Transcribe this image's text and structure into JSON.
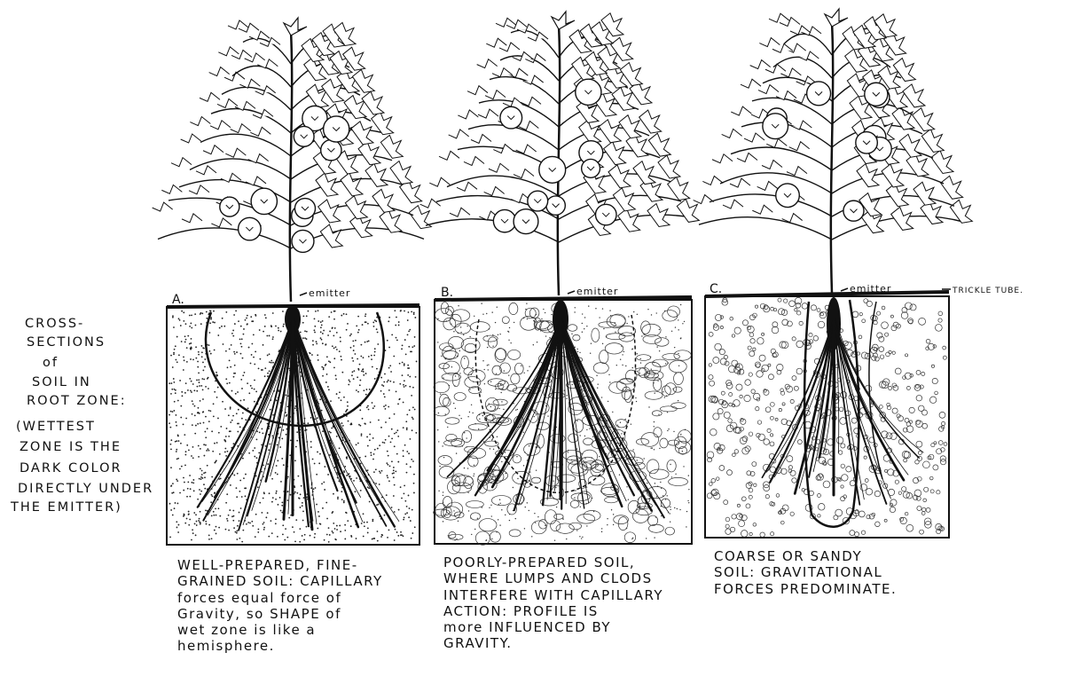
{
  "panels": [
    {
      "letter": "A.",
      "emitter_label": "emitter",
      "caption_lines": [
        "WELL-PREPARED, FINE-",
        "GRAINED SOIL: CAPILLARY",
        "forces equal force of",
        "Gravity, so SHAPE of",
        "wet zone is like a",
        "hemisphere."
      ]
    },
    {
      "letter": "B.",
      "emitter_label": "emitter",
      "caption_lines": [
        "POORLY-PREPARED SOIL,",
        "WHERE LUMPS AND CLODS",
        "INTERFERE WITH CAPILLARY",
        "ACTION: PROFILE IS",
        "more INFLUENCED BY",
        "GRAVITY."
      ]
    },
    {
      "letter": "C.",
      "emitter_label": "emitter",
      "tube_label": "TRICKLE TUBE.",
      "caption_lines": [
        "COARSE OR SANDY",
        "SOIL: GRAVITATIONAL",
        "FORCES PREDOMINATE."
      ]
    }
  ],
  "side_label": {
    "lines": [
      "CROSS-",
      "SECTIONS",
      "of",
      "SOIL IN",
      "ROOT ZONE:",
      "(WETTEST",
      "ZONE IS THE",
      "DARK COLOR",
      "DIRECTLY UNDER",
      "THE EMITTER)"
    ]
  },
  "colors": {
    "ink": "#111111",
    "paper": "#ffffff"
  }
}
